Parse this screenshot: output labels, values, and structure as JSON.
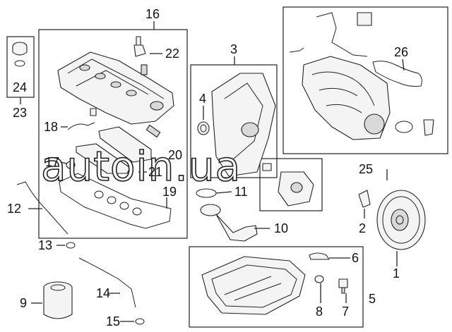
{
  "watermark": "autoin.ua",
  "callouts": [
    "1",
    "2",
    "3",
    "4",
    "5",
    "6",
    "7",
    "8",
    "9",
    "10",
    "11",
    "12",
    "13",
    "14",
    "15",
    "16",
    "17",
    "18",
    "19",
    "20",
    "21",
    "22",
    "23",
    "24",
    "25",
    "26"
  ]
}
